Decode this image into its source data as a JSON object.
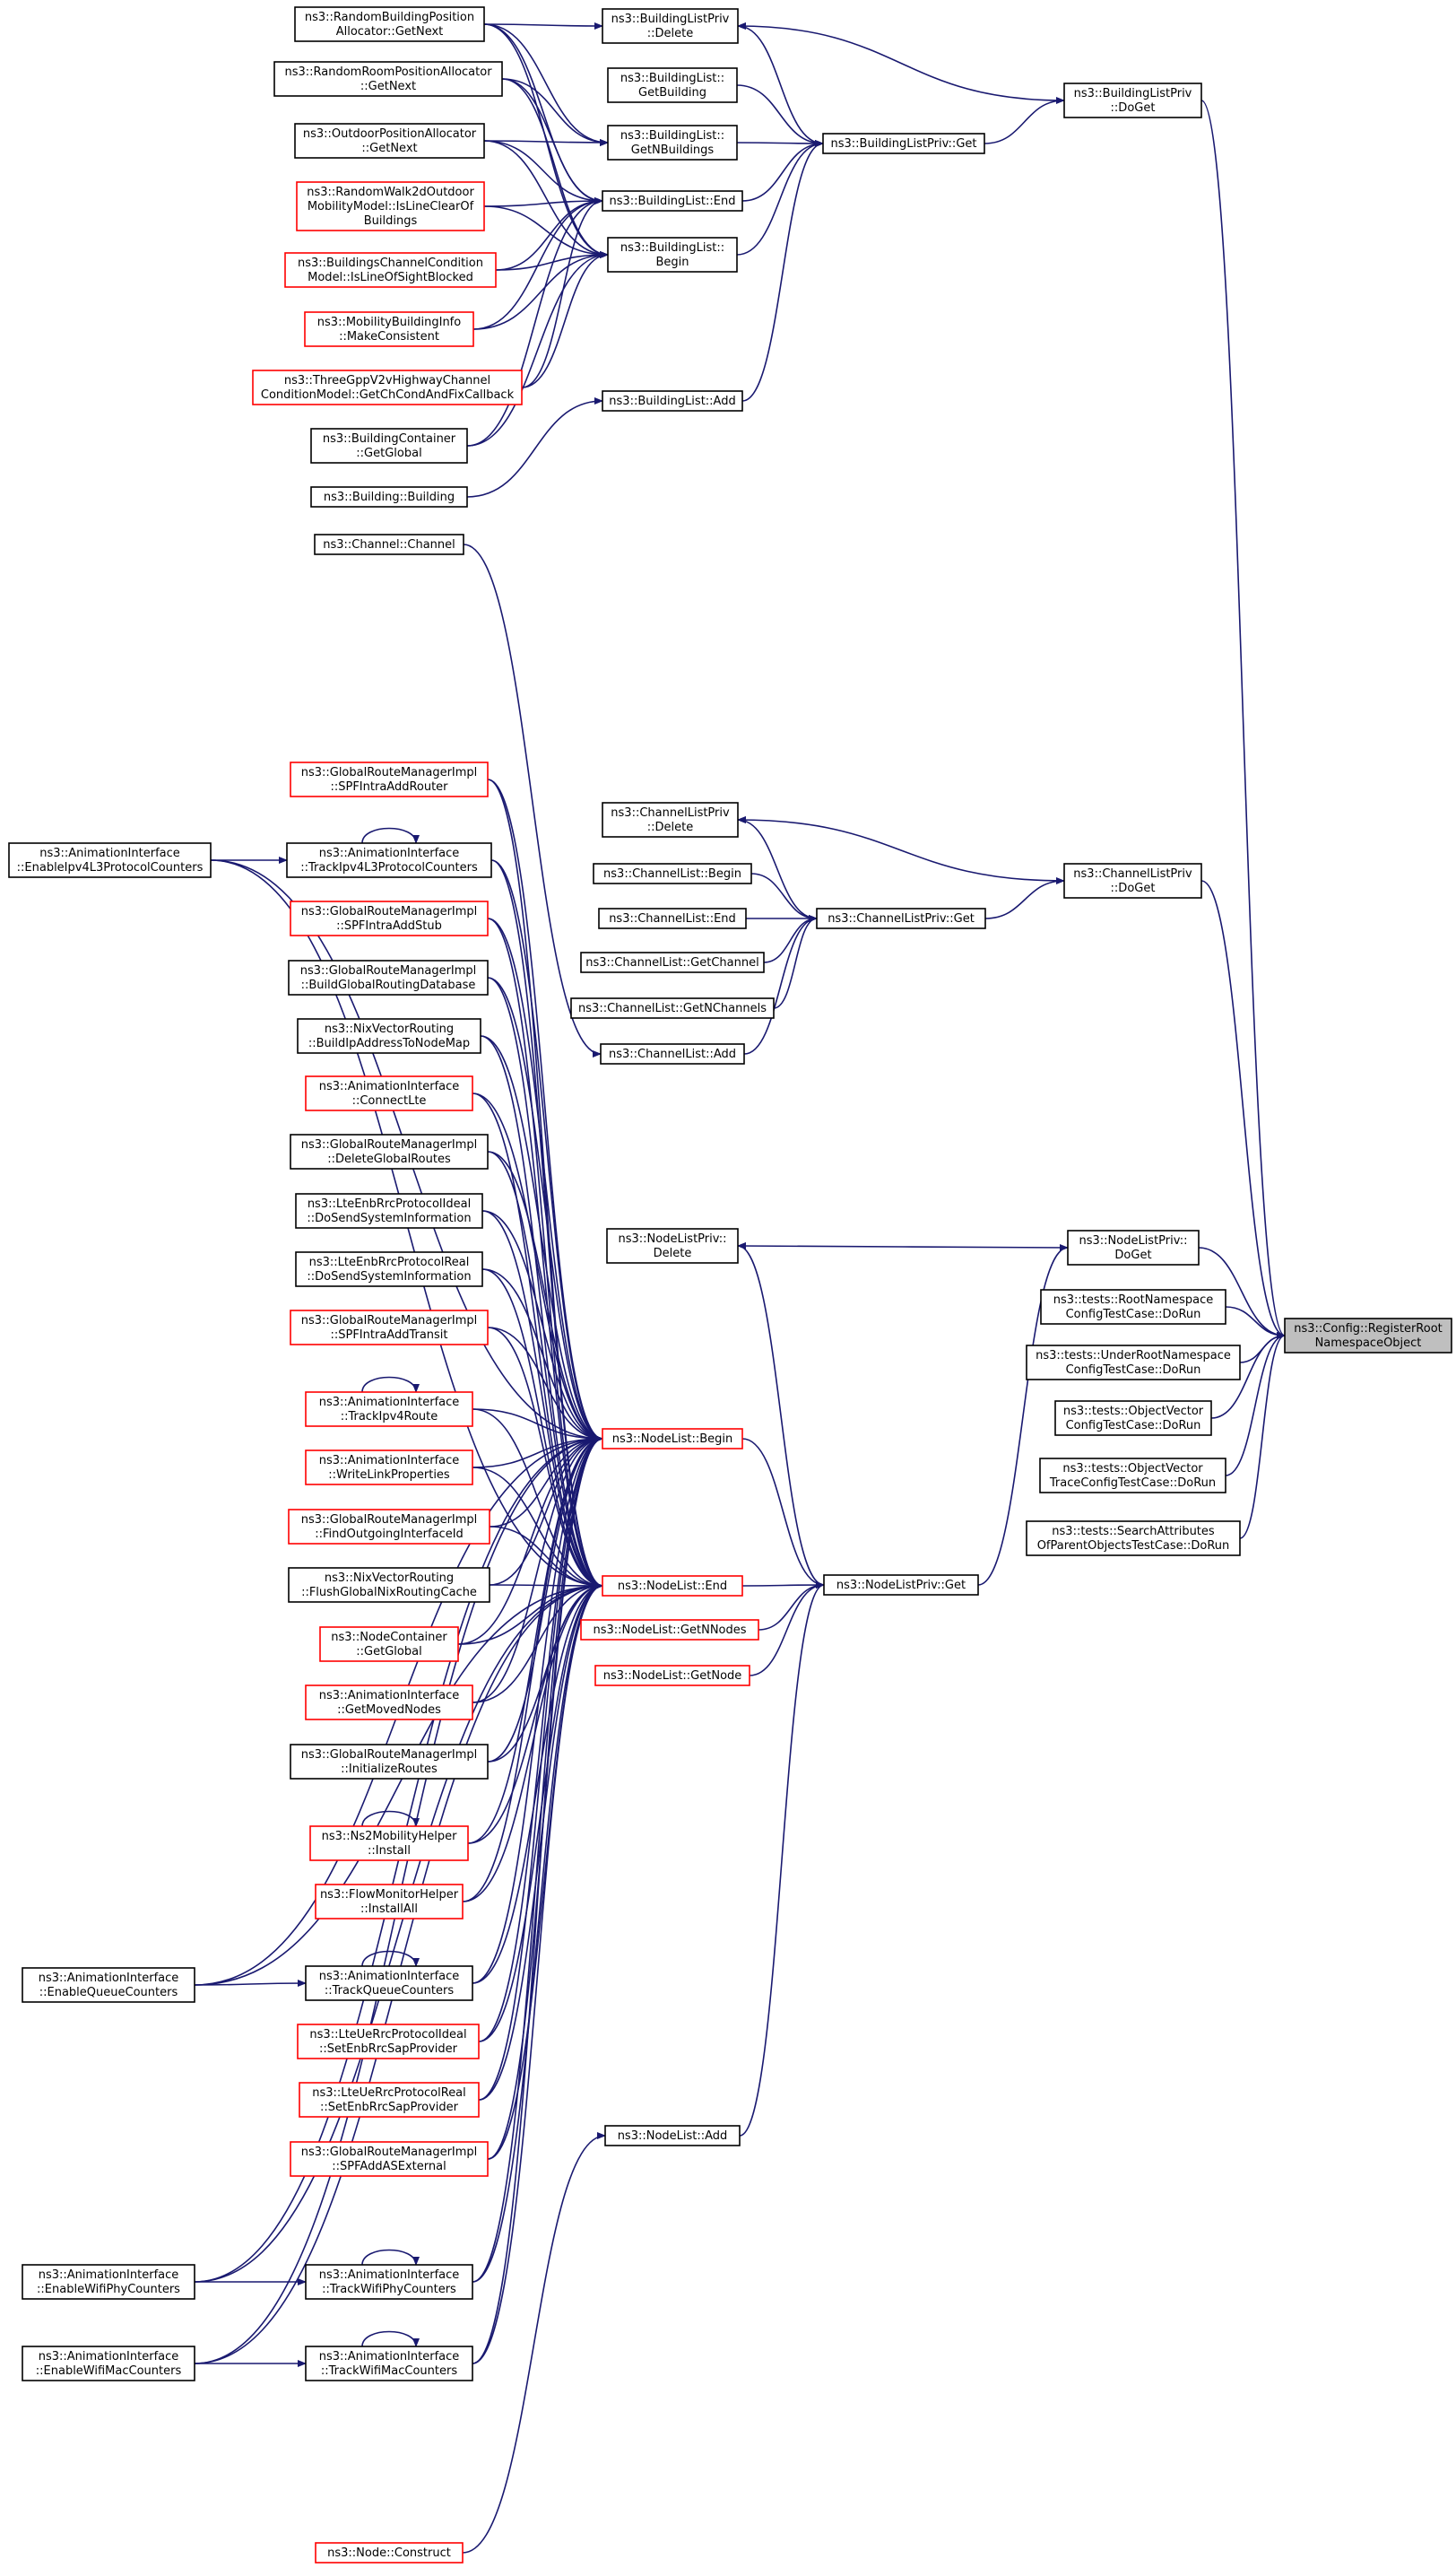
{
  "colors": {
    "edge": "#191970",
    "border_default": "#000000",
    "border_red": "#ff0000",
    "fill_default": "#ffffff",
    "fill_root": "#bfbfbf"
  },
  "nodes": [
    {
      "id": "register_root",
      "lines": [
        "ns3::Config::RegisterRoot",
        "NamespaceObject"
      ],
      "style": "root"
    },
    {
      "id": "buildinglistpriv_doget",
      "lines": [
        "ns3::BuildingListPriv",
        "::DoGet"
      ],
      "style": "default"
    },
    {
      "id": "channellistpriv_doget",
      "lines": [
        "ns3::ChannelListPriv",
        "::DoGet"
      ],
      "style": "default"
    },
    {
      "id": "nodelistpriv_doget",
      "lines": [
        "ns3::NodeListPriv::",
        "DoGet"
      ],
      "style": "default"
    },
    {
      "id": "root_ns_test",
      "lines": [
        "ns3::tests::RootNamespace",
        "ConfigTestCase::DoRun"
      ],
      "style": "default"
    },
    {
      "id": "under_root_test",
      "lines": [
        "ns3::tests::UnderRootNamespace",
        "ConfigTestCase::DoRun"
      ],
      "style": "default"
    },
    {
      "id": "objvector_test",
      "lines": [
        "ns3::tests::ObjectVector",
        "ConfigTestCase::DoRun"
      ],
      "style": "default"
    },
    {
      "id": "objvector_trace_test",
      "lines": [
        "ns3::tests::ObjectVector",
        "TraceConfigTestCase::DoRun"
      ],
      "style": "default"
    },
    {
      "id": "search_attr_test",
      "lines": [
        "ns3::tests::SearchAttributes",
        "OfParentObjectsTestCase::DoRun"
      ],
      "style": "default"
    },
    {
      "id": "buildinglistpriv_delete",
      "lines": [
        "ns3::BuildingListPriv",
        "::Delete"
      ],
      "style": "default"
    },
    {
      "id": "buildinglistpriv_get",
      "lines": [
        "ns3::BuildingListPriv::Get"
      ],
      "style": "default"
    },
    {
      "id": "buildinglist_getbuilding",
      "lines": [
        "ns3::BuildingList::",
        "GetBuilding"
      ],
      "style": "default"
    },
    {
      "id": "buildinglist_getn",
      "lines": [
        "ns3::BuildingList::",
        "GetNBuildings"
      ],
      "style": "default"
    },
    {
      "id": "buildinglist_end",
      "lines": [
        "ns3::BuildingList::End"
      ],
      "style": "default"
    },
    {
      "id": "buildinglist_begin",
      "lines": [
        "ns3::BuildingList::",
        "Begin"
      ],
      "style": "default"
    },
    {
      "id": "buildinglist_add",
      "lines": [
        "ns3::BuildingList::Add"
      ],
      "style": "default"
    },
    {
      "id": "random_building_pos",
      "lines": [
        "ns3::RandomBuildingPosition",
        "Allocator::GetNext"
      ],
      "style": "default"
    },
    {
      "id": "random_room_pos",
      "lines": [
        "ns3::RandomRoomPositionAllocator",
        "::GetNext"
      ],
      "style": "default"
    },
    {
      "id": "outdoor_pos",
      "lines": [
        "ns3::OutdoorPositionAllocator",
        "::GetNext"
      ],
      "style": "default"
    },
    {
      "id": "randomwalk2d",
      "lines": [
        "ns3::RandomWalk2dOutdoor",
        "MobilityModel::IsLineClearOf",
        "Buildings"
      ],
      "style": "red"
    },
    {
      "id": "buildings_channel_cond",
      "lines": [
        "ns3::BuildingsChannelCondition",
        "Model::IsLineOfSightBlocked"
      ],
      "style": "red"
    },
    {
      "id": "mobility_building_info",
      "lines": [
        "ns3::MobilityBuildingInfo",
        "::MakeConsistent"
      ],
      "style": "red"
    },
    {
      "id": "threegpp_v2v",
      "lines": [
        "ns3::ThreeGppV2vHighwayChannel",
        "ConditionModel::GetChCondAndFixCallback"
      ],
      "style": "red"
    },
    {
      "id": "building_container",
      "lines": [
        "ns3::BuildingContainer",
        "::GetGlobal"
      ],
      "style": "default"
    },
    {
      "id": "building_ctor",
      "lines": [
        "ns3::Building::Building"
      ],
      "style": "default"
    },
    {
      "id": "channellistpriv_delete",
      "lines": [
        "ns3::ChannelListPriv",
        "::Delete"
      ],
      "style": "default"
    },
    {
      "id": "channellistpriv_get",
      "lines": [
        "ns3::ChannelListPriv::Get"
      ],
      "style": "default"
    },
    {
      "id": "channellist_begin",
      "lines": [
        "ns3::ChannelList::Begin"
      ],
      "style": "default"
    },
    {
      "id": "channellist_end",
      "lines": [
        "ns3::ChannelList::End"
      ],
      "style": "default"
    },
    {
      "id": "channellist_getchannel",
      "lines": [
        "ns3::ChannelList::GetChannel"
      ],
      "style": "default"
    },
    {
      "id": "channellist_getn",
      "lines": [
        "ns3::ChannelList::GetNChannels"
      ],
      "style": "default"
    },
    {
      "id": "channellist_add",
      "lines": [
        "ns3::ChannelList::Add"
      ],
      "style": "default"
    },
    {
      "id": "channel_ctor",
      "lines": [
        "ns3::Channel::Channel"
      ],
      "style": "default"
    },
    {
      "id": "nodelistpriv_delete",
      "lines": [
        "ns3::NodeListPriv::",
        "Delete"
      ],
      "style": "default"
    },
    {
      "id": "nodelistpriv_get",
      "lines": [
        "ns3::NodeListPriv::Get"
      ],
      "style": "default"
    },
    {
      "id": "nodelist_begin",
      "lines": [
        "ns3::NodeList::Begin"
      ],
      "style": "red"
    },
    {
      "id": "nodelist_end",
      "lines": [
        "ns3::NodeList::End"
      ],
      "style": "red"
    },
    {
      "id": "nodelist_getn",
      "lines": [
        "ns3::NodeList::GetNNodes"
      ],
      "style": "red"
    },
    {
      "id": "nodelist_getnode",
      "lines": [
        "ns3::NodeList::GetNode"
      ],
      "style": "red"
    },
    {
      "id": "nodelist_add",
      "lines": [
        "ns3::NodeList::Add"
      ],
      "style": "default"
    },
    {
      "id": "node_construct",
      "lines": [
        "ns3::Node::Construct"
      ],
      "style": "red"
    },
    {
      "id": "enable_ipv4l3",
      "lines": [
        "ns3::AnimationInterface",
        "::EnableIpv4L3ProtocolCounters"
      ],
      "style": "default"
    },
    {
      "id": "enable_queue",
      "lines": [
        "ns3::AnimationInterface",
        "::EnableQueueCounters"
      ],
      "style": "default"
    },
    {
      "id": "enable_wifiphy",
      "lines": [
        "ns3::AnimationInterface",
        "::EnableWifiPhyCounters"
      ],
      "style": "default"
    },
    {
      "id": "enable_wifimac",
      "lines": [
        "ns3::AnimationInterface",
        "::EnableWifiMacCounters"
      ],
      "style": "default"
    },
    {
      "id": "spf_intra_add_router",
      "lines": [
        "ns3::GlobalRouteManagerImpl",
        "::SPFIntraAddRouter"
      ],
      "style": "red"
    },
    {
      "id": "track_ipv4l3",
      "lines": [
        "ns3::AnimationInterface",
        "::TrackIpv4L3ProtocolCounters"
      ],
      "style": "default"
    },
    {
      "id": "spf_intra_add_stub",
      "lines": [
        "ns3::GlobalRouteManagerImpl",
        "::SPFIntraAddStub"
      ],
      "style": "red"
    },
    {
      "id": "build_global_routing",
      "lines": [
        "ns3::GlobalRouteManagerImpl",
        "::BuildGlobalRoutingDatabase"
      ],
      "style": "default"
    },
    {
      "id": "nix_build_ip",
      "lines": [
        "ns3::NixVectorRouting",
        "::BuildIpAddressToNodeMap"
      ],
      "style": "default"
    },
    {
      "id": "connect_lte",
      "lines": [
        "ns3::AnimationInterface",
        "::ConnectLte"
      ],
      "style": "red"
    },
    {
      "id": "delete_global_routes",
      "lines": [
        "ns3::GlobalRouteManagerImpl",
        "::DeleteGlobalRoutes"
      ],
      "style": "default"
    },
    {
      "id": "lte_enb_ideal",
      "lines": [
        "ns3::LteEnbRrcProtocolIdeal",
        "::DoSendSystemInformation"
      ],
      "style": "default"
    },
    {
      "id": "lte_enb_real",
      "lines": [
        "ns3::LteEnbRrcProtocolReal",
        "::DoSendSystemInformation"
      ],
      "style": "default"
    },
    {
      "id": "spf_intra_add_transit",
      "lines": [
        "ns3::GlobalRouteManagerImpl",
        "::SPFIntraAddTransit"
      ],
      "style": "red"
    },
    {
      "id": "track_ipv4route",
      "lines": [
        "ns3::AnimationInterface",
        "::TrackIpv4Route"
      ],
      "style": "red"
    },
    {
      "id": "write_link_props",
      "lines": [
        "ns3::AnimationInterface",
        "::WriteLinkProperties"
      ],
      "style": "red"
    },
    {
      "id": "find_outgoing",
      "lines": [
        "ns3::GlobalRouteManagerImpl",
        "::FindOutgoingInterfaceId"
      ],
      "style": "red"
    },
    {
      "id": "nix_flush",
      "lines": [
        "ns3::NixVectorRouting",
        "::FlushGlobalNixRoutingCache"
      ],
      "style": "default"
    },
    {
      "id": "node_container_global",
      "lines": [
        "ns3::NodeContainer",
        "::GetGlobal"
      ],
      "style": "red"
    },
    {
      "id": "get_moved_nodes",
      "lines": [
        "ns3::AnimationInterface",
        "::GetMovedNodes"
      ],
      "style": "red"
    },
    {
      "id": "initialize_routes",
      "lines": [
        "ns3::GlobalRouteManagerImpl",
        "::InitializeRoutes"
      ],
      "style": "default"
    },
    {
      "id": "ns2_mobility",
      "lines": [
        "ns3::Ns2MobilityHelper",
        "::Install"
      ],
      "style": "red"
    },
    {
      "id": "flow_monitor",
      "lines": [
        "ns3::FlowMonitorHelper",
        "::InstallAll"
      ],
      "style": "red"
    },
    {
      "id": "track_queue",
      "lines": [
        "ns3::AnimationInterface",
        "::TrackQueueCounters"
      ],
      "style": "default"
    },
    {
      "id": "lte_ue_ideal",
      "lines": [
        "ns3::LteUeRrcProtocolIdeal",
        "::SetEnbRrcSapProvider"
      ],
      "style": "red"
    },
    {
      "id": "lte_ue_real",
      "lines": [
        "ns3::LteUeRrcProtocolReal",
        "::SetEnbRrcSapProvider"
      ],
      "style": "red"
    },
    {
      "id": "spf_add_as_external",
      "lines": [
        "ns3::GlobalRouteManagerImpl",
        "::SPFAddASExternal"
      ],
      "style": "red"
    },
    {
      "id": "track_wifiphy",
      "lines": [
        "ns3::AnimationInterface",
        "::TrackWifiPhyCounters"
      ],
      "style": "default"
    },
    {
      "id": "track_wifimac",
      "lines": [
        "ns3::AnimationInterface",
        "::TrackWifiMacCounters"
      ],
      "style": "default"
    }
  ],
  "edges": [
    [
      "buildinglistpriv_doget",
      "register_root"
    ],
    [
      "channellistpriv_doget",
      "register_root"
    ],
    [
      "nodelistpriv_doget",
      "register_root"
    ],
    [
      "root_ns_test",
      "register_root"
    ],
    [
      "under_root_test",
      "register_root"
    ],
    [
      "objvector_test",
      "register_root"
    ],
    [
      "objvector_trace_test",
      "register_root"
    ],
    [
      "search_attr_test",
      "register_root"
    ],
    [
      "buildinglistpriv_get",
      "buildinglistpriv_doget"
    ],
    [
      "buildinglistpriv_doget",
      "buildinglistpriv_delete"
    ],
    [
      "buildinglistpriv_get",
      "buildinglistpriv_delete"
    ],
    [
      "buildinglist_getbuilding",
      "buildinglistpriv_get"
    ],
    [
      "buildinglist_getn",
      "buildinglistpriv_get"
    ],
    [
      "buildinglist_end",
      "buildinglistpriv_get"
    ],
    [
      "buildinglist_begin",
      "buildinglistpriv_get"
    ],
    [
      "buildinglist_add",
      "buildinglistpriv_get"
    ],
    [
      "random_building_pos",
      "buildinglist_getn"
    ],
    [
      "random_building_pos",
      "buildinglist_end"
    ],
    [
      "random_building_pos",
      "buildinglist_begin"
    ],
    [
      "random_building_pos",
      "buildinglistpriv_delete"
    ],
    [
      "random_room_pos",
      "buildinglist_getn"
    ],
    [
      "random_room_pos",
      "buildinglist_end"
    ],
    [
      "random_room_pos",
      "buildinglist_begin"
    ],
    [
      "outdoor_pos",
      "buildinglist_getn"
    ],
    [
      "outdoor_pos",
      "buildinglist_end"
    ],
    [
      "outdoor_pos",
      "buildinglist_begin"
    ],
    [
      "randomwalk2d",
      "buildinglist_end"
    ],
    [
      "randomwalk2d",
      "buildinglist_begin"
    ],
    [
      "buildings_channel_cond",
      "buildinglist_end"
    ],
    [
      "buildings_channel_cond",
      "buildinglist_begin"
    ],
    [
      "mobility_building_info",
      "buildinglist_end"
    ],
    [
      "mobility_building_info",
      "buildinglist_begin"
    ],
    [
      "threegpp_v2v",
      "buildinglist_end"
    ],
    [
      "threegpp_v2v",
      "buildinglist_begin"
    ],
    [
      "building_container",
      "buildinglist_end"
    ],
    [
      "building_container",
      "buildinglist_begin"
    ],
    [
      "building_ctor",
      "buildinglist_add"
    ],
    [
      "channellistpriv_get",
      "channellistpriv_doget"
    ],
    [
      "channellistpriv_doget",
      "channellistpriv_delete"
    ],
    [
      "channellistpriv_get",
      "channellistpriv_delete"
    ],
    [
      "channellist_begin",
      "channellistpriv_get"
    ],
    [
      "channellist_end",
      "channellistpriv_get"
    ],
    [
      "channellist_getchannel",
      "channellistpriv_get"
    ],
    [
      "channellist_getn",
      "channellistpriv_get"
    ],
    [
      "channellist_add",
      "channellistpriv_get"
    ],
    [
      "channel_ctor",
      "channellist_add"
    ],
    [
      "nodelistpriv_get",
      "nodelistpriv_doget"
    ],
    [
      "nodelistpriv_doget",
      "nodelistpriv_delete"
    ],
    [
      "nodelistpriv_get",
      "nodelistpriv_delete"
    ],
    [
      "nodelist_begin",
      "nodelistpriv_get"
    ],
    [
      "nodelist_end",
      "nodelistpriv_get"
    ],
    [
      "nodelist_getn",
      "nodelistpriv_get"
    ],
    [
      "nodelist_getnode",
      "nodelistpriv_get"
    ],
    [
      "nodelist_add",
      "nodelistpriv_get"
    ],
    [
      "node_construct",
      "nodelist_add"
    ],
    [
      "enable_ipv4l3",
      "track_ipv4l3"
    ],
    [
      "enable_queue",
      "track_queue"
    ],
    [
      "enable_wifiphy",
      "track_wifiphy"
    ],
    [
      "enable_wifimac",
      "track_wifimac"
    ],
    [
      "track_ipv4l3",
      "track_ipv4l3"
    ],
    [
      "track_ipv4route",
      "track_ipv4route"
    ],
    [
      "ns2_mobility",
      "ns2_mobility"
    ],
    [
      "track_queue",
      "track_queue"
    ],
    [
      "track_wifiphy",
      "track_wifiphy"
    ],
    [
      "track_wifimac",
      "track_wifimac"
    ],
    [
      "enable_ipv4l3",
      "nodelist_begin"
    ],
    [
      "enable_ipv4l3",
      "nodelist_end"
    ],
    [
      "enable_queue",
      "nodelist_begin"
    ],
    [
      "enable_queue",
      "nodelist_end"
    ],
    [
      "enable_wifiphy",
      "nodelist_begin"
    ],
    [
      "enable_wifiphy",
      "nodelist_end"
    ],
    [
      "enable_wifimac",
      "nodelist_begin"
    ],
    [
      "enable_wifimac",
      "nodelist_end"
    ],
    [
      "spf_intra_add_router",
      "nodelist_begin"
    ],
    [
      "spf_intra_add_router",
      "nodelist_end"
    ],
    [
      "track_ipv4l3",
      "nodelist_begin"
    ],
    [
      "track_ipv4l3",
      "nodelist_end"
    ],
    [
      "spf_intra_add_stub",
      "nodelist_begin"
    ],
    [
      "spf_intra_add_stub",
      "nodelist_end"
    ],
    [
      "build_global_routing",
      "nodelist_begin"
    ],
    [
      "build_global_routing",
      "nodelist_end"
    ],
    [
      "nix_build_ip",
      "nodelist_begin"
    ],
    [
      "nix_build_ip",
      "nodelist_end"
    ],
    [
      "connect_lte",
      "nodelist_begin"
    ],
    [
      "connect_lte",
      "nodelist_end"
    ],
    [
      "delete_global_routes",
      "nodelist_begin"
    ],
    [
      "delete_global_routes",
      "nodelist_end"
    ],
    [
      "lte_enb_ideal",
      "nodelist_begin"
    ],
    [
      "lte_enb_ideal",
      "nodelist_end"
    ],
    [
      "lte_enb_real",
      "nodelist_begin"
    ],
    [
      "lte_enb_real",
      "nodelist_end"
    ],
    [
      "spf_intra_add_transit",
      "nodelist_begin"
    ],
    [
      "spf_intra_add_transit",
      "nodelist_end"
    ],
    [
      "track_ipv4route",
      "nodelist_begin"
    ],
    [
      "track_ipv4route",
      "nodelist_end"
    ],
    [
      "write_link_props",
      "nodelist_begin"
    ],
    [
      "write_link_props",
      "nodelist_end"
    ],
    [
      "find_outgoing",
      "nodelist_begin"
    ],
    [
      "find_outgoing",
      "nodelist_end"
    ],
    [
      "nix_flush",
      "nodelist_begin"
    ],
    [
      "nix_flush",
      "nodelist_end"
    ],
    [
      "node_container_global",
      "nodelist_begin"
    ],
    [
      "node_container_global",
      "nodelist_end"
    ],
    [
      "get_moved_nodes",
      "nodelist_begin"
    ],
    [
      "get_moved_nodes",
      "nodelist_end"
    ],
    [
      "initialize_routes",
      "nodelist_begin"
    ],
    [
      "initialize_routes",
      "nodelist_end"
    ],
    [
      "ns2_mobility",
      "nodelist_begin"
    ],
    [
      "ns2_mobility",
      "nodelist_end"
    ],
    [
      "flow_monitor",
      "nodelist_begin"
    ],
    [
      "flow_monitor",
      "nodelist_end"
    ],
    [
      "track_queue",
      "nodelist_begin"
    ],
    [
      "track_queue",
      "nodelist_end"
    ],
    [
      "lte_ue_ideal",
      "nodelist_begin"
    ],
    [
      "lte_ue_ideal",
      "nodelist_end"
    ],
    [
      "lte_ue_real",
      "nodelist_begin"
    ],
    [
      "lte_ue_real",
      "nodelist_end"
    ],
    [
      "spf_add_as_external",
      "nodelist_begin"
    ],
    [
      "spf_add_as_external",
      "nodelist_end"
    ],
    [
      "track_wifiphy",
      "nodelist_begin"
    ],
    [
      "track_wifiphy",
      "nodelist_end"
    ],
    [
      "track_wifimac",
      "nodelist_begin"
    ],
    [
      "track_wifimac",
      "nodelist_end"
    ]
  ]
}
